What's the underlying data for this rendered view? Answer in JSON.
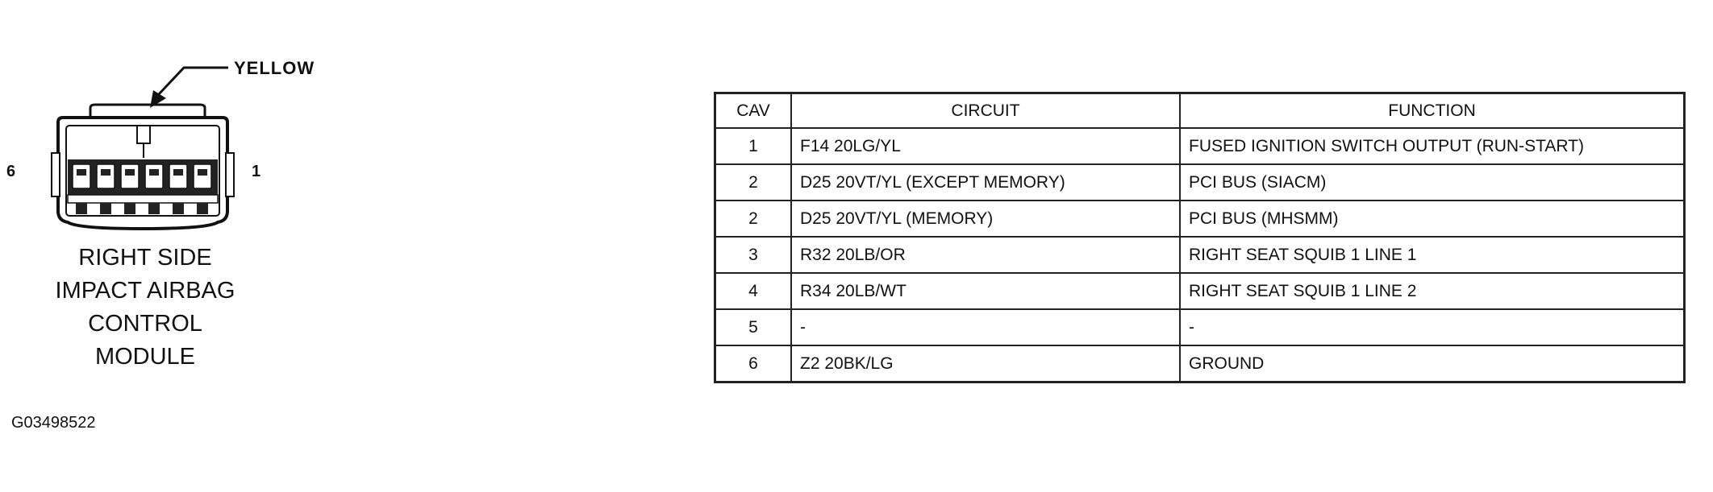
{
  "connector": {
    "callout_label": "YELLOW",
    "pin_left_label": "6",
    "pin_right_label": "1",
    "caption_lines": [
      "RIGHT SIDE",
      "IMPACT AIRBAG",
      "CONTROL",
      "MODULE"
    ],
    "pin_count": 6
  },
  "figure_id": "G03498522",
  "table": {
    "headers": {
      "cav": "CAV",
      "circuit": "CIRCUIT",
      "function": "FUNCTION"
    },
    "rows": [
      {
        "cav": "1",
        "circuit": "F14 20LG/YL",
        "function": "FUSED IGNITION SWITCH OUTPUT (RUN-START)"
      },
      {
        "cav": "2",
        "circuit": "D25 20VT/YL (EXCEPT MEMORY)",
        "function": "PCI BUS (SIACM)"
      },
      {
        "cav": "2",
        "circuit": "D25 20VT/YL (MEMORY)",
        "function": "PCI BUS (MHSMM)"
      },
      {
        "cav": "3",
        "circuit": "R32 20LB/OR",
        "function": "RIGHT SEAT SQUIB 1 LINE 1"
      },
      {
        "cav": "4",
        "circuit": "R34 20LB/WT",
        "function": "RIGHT SEAT SQUIB 1 LINE 2"
      },
      {
        "cav": "5",
        "circuit": "-",
        "function": "-"
      },
      {
        "cav": "6",
        "circuit": "Z2 20BK/LG",
        "function": "GROUND"
      }
    ]
  }
}
